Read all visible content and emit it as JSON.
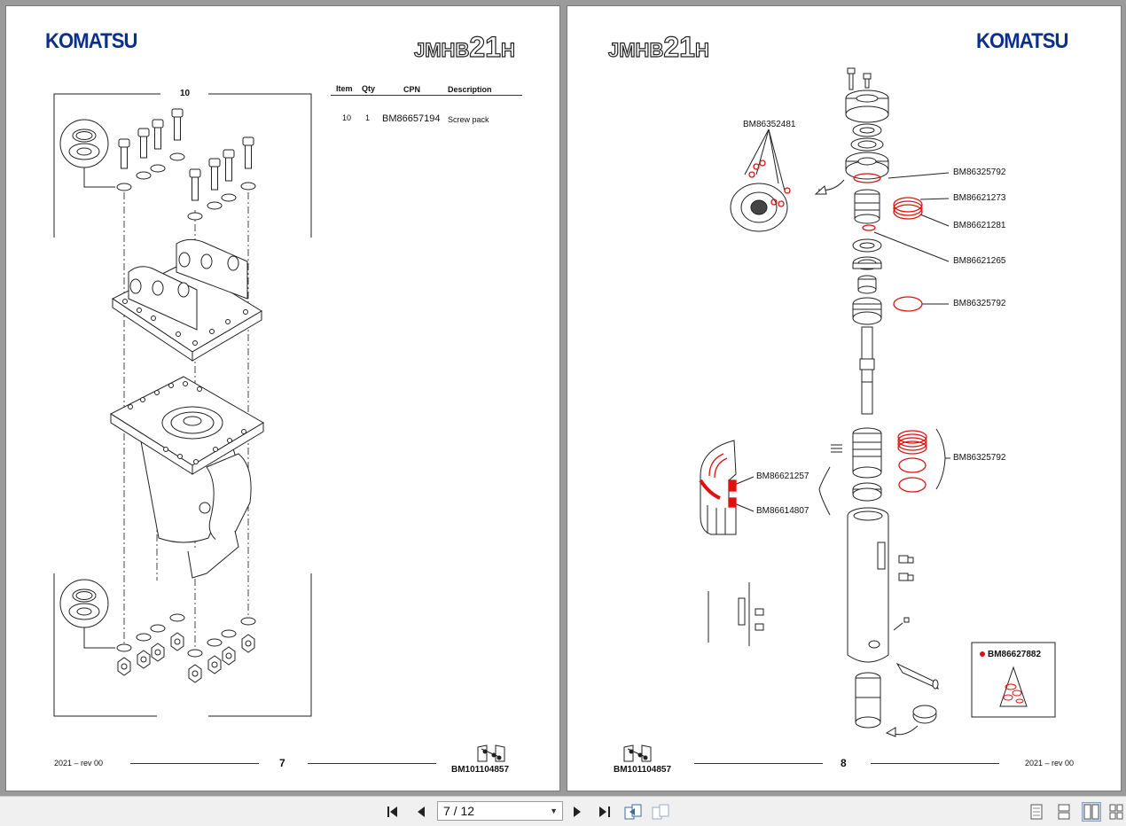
{
  "left_page": {
    "brand": "KOMATSU",
    "model_prefix": "JMHB",
    "model_number": "21",
    "model_suffix": "H",
    "group_label": "10",
    "table": {
      "headers": [
        "Item",
        "Qty",
        "CPN",
        "Description"
      ],
      "rows": [
        {
          "item": "10",
          "qty": "1",
          "cpn": "BM86657194",
          "description": "Screw pack"
        }
      ]
    },
    "footer": {
      "date_rev": "2021 – rev 00",
      "page_number": "7",
      "doc_number": "BM101104857"
    }
  },
  "right_page": {
    "brand": "KOMATSU",
    "model_prefix": "JMHB",
    "model_number": "21",
    "model_suffix": "H",
    "callouts": [
      "BM86352481",
      "BM86325792",
      "BM86621273",
      "BM86621281",
      "BM86621265",
      "BM86325792",
      "BM86325792",
      "BM86621257",
      "BM86614807"
    ],
    "kit_label": "BM86627882",
    "footer": {
      "date_rev": "2021 – rev 00",
      "page_number": "8",
      "doc_number": "BM101104857"
    }
  },
  "toolbar": {
    "page_indicator": "7 / 12",
    "icons": [
      "first-page-icon",
      "prev-page-icon",
      "next-page-icon",
      "last-page-icon",
      "go-back-view-icon",
      "go-forward-view-icon",
      "single-page-view-icon",
      "continuous-view-icon",
      "two-page-view-icon",
      "two-page-continuous-view-icon"
    ]
  },
  "colors": {
    "brand_blue": "#0b2f8c",
    "seal_red": "#e01010",
    "viewer_bg": "#9a9a9a",
    "toolbar_bg": "#f0f0f0"
  }
}
